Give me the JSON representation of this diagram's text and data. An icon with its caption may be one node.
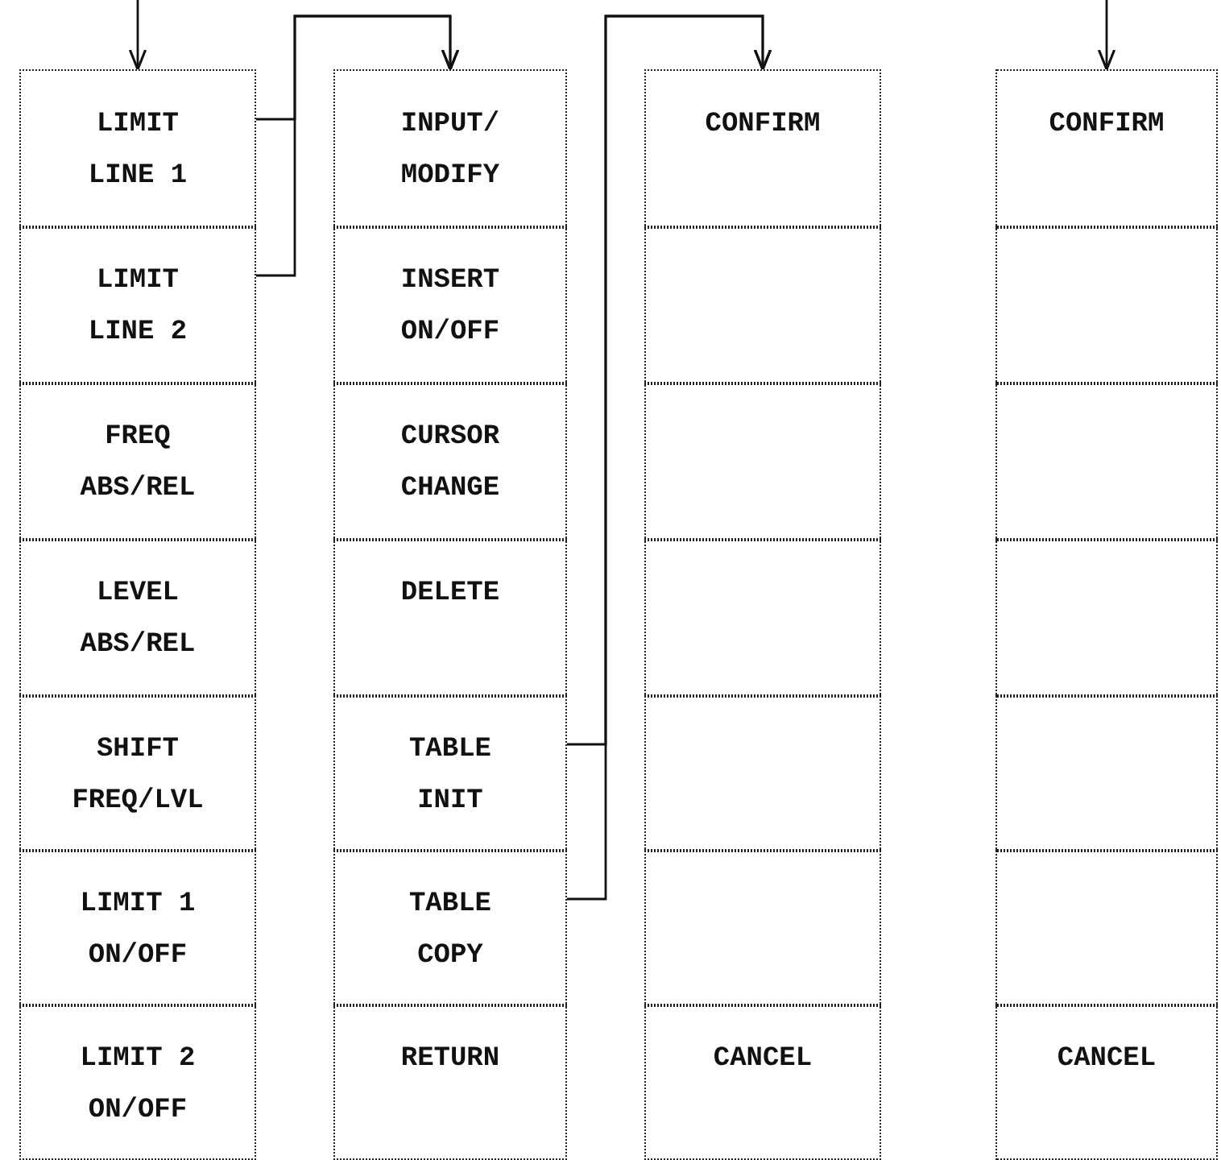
{
  "diagram": {
    "nodes": [
      {
        "text": [
          "LIMIT LINE 1"
        ]
      },
      {
        "text": [
          "LIMIT LINE 2"
        ]
      },
      {
        "text": [
          "FREQ ABS/REL"
        ]
      },
      {
        "text": [
          "LEVEL ABS/REL"
        ]
      },
      {
        "text": [
          "SHIFT FREQ/LVL"
        ]
      },
      {
        "text": [
          "LIMIT 1 ON/OFF"
        ]
      },
      {
        "text": [
          "LIMIT 2 ON/OFF"
        ]
      },
      {
        "text": [
          "INPUT/ MODIFY"
        ]
      },
      {
        "text": [
          "INSERT ON/OFF"
        ]
      },
      {
        "text": [
          "CURSOR CHANGE"
        ]
      },
      {
        "text": [
          "DELETE"
        ]
      },
      {
        "text": [
          "TABLE INIT"
        ]
      },
      {
        "text": [
          "TABLE COPY"
        ]
      },
      {
        "text": [
          "RETURN"
        ]
      },
      {
        "text": [
          "CONFIRM"
        ]
      },
      {
        "text": [],
        "shape": "box"
      },
      {
        "text": [],
        "shape": "box"
      },
      {
        "text": [],
        "shape": "box"
      },
      {
        "text": [],
        "shape": "box"
      },
      {
        "text": [],
        "shape": "box"
      },
      {
        "text": [
          "CANCEL"
        ]
      },
      {
        "text": [
          "CONFIRM"
        ]
      },
      {
        "text": [],
        "shape": "box"
      },
      {
        "text": [],
        "shape": "box"
      },
      {
        "text": [],
        "shape": "box"
      },
      {
        "text": [],
        "shape": "box"
      },
      {
        "text": [],
        "shape": "box"
      },
      {
        "text": [
          "CANCEL"
        ]
      }
    ],
    "edges": [
      {
        "from": null,
        "to": 0,
        "arrow": "to"
      },
      {
        "from": 0,
        "to": 7,
        "arrow": "to"
      },
      {
        "from": 1,
        "to": 7,
        "arrow": "to"
      },
      {
        "from": 11,
        "to": 14,
        "arrow": "to"
      },
      {
        "from": 12,
        "to": 14,
        "arrow": "to"
      },
      {
        "from": null,
        "to": 21,
        "arrow": "to"
      }
    ]
  }
}
